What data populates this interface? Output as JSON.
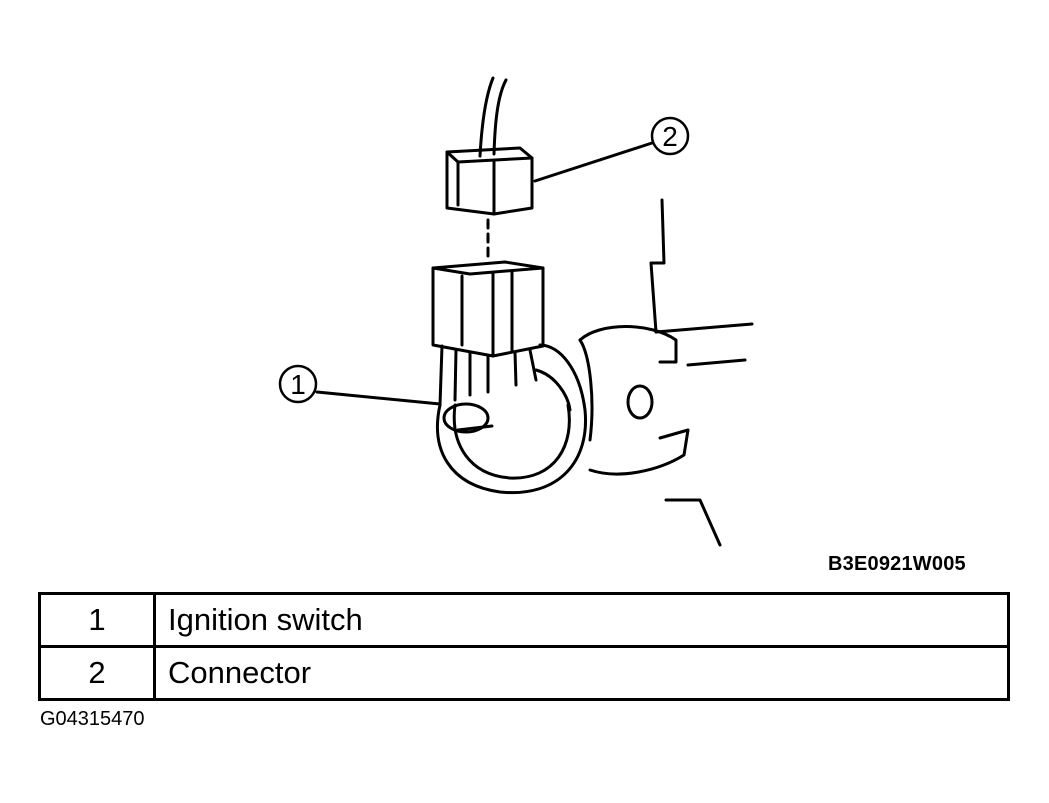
{
  "figure": {
    "code": "B3E0921W005",
    "callouts": [
      {
        "number": "1",
        "target": "ignition switch"
      },
      {
        "number": "2",
        "target": "connector"
      }
    ]
  },
  "legend": {
    "rows": [
      {
        "number": "1",
        "label": "Ignition switch"
      },
      {
        "number": "2",
        "label": "Connector"
      }
    ]
  },
  "image_id": "G04315470"
}
